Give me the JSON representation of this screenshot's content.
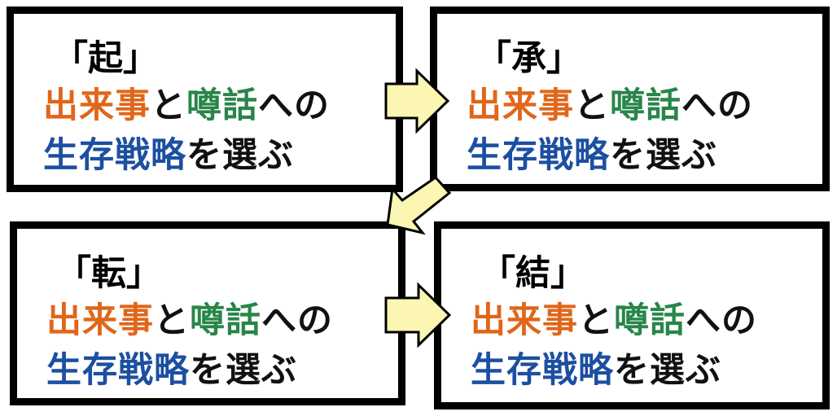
{
  "boxes": [
    {
      "title": "「起」",
      "line1": {
        "a": "出来事",
        "b": "と",
        "c": "噂話",
        "d": "への"
      },
      "line2": {
        "a": "生存戦略",
        "b": "を選ぶ"
      }
    },
    {
      "title": "「承」",
      "line1": {
        "a": "出来事",
        "b": "と",
        "c": "噂話",
        "d": "への"
      },
      "line2": {
        "a": "生存戦略",
        "b": "を選ぶ"
      }
    },
    {
      "title": "「転」",
      "line1": {
        "a": "出来事",
        "b": "と",
        "c": "噂話",
        "d": "への"
      },
      "line2": {
        "a": "生存戦略",
        "b": "を選ぶ"
      }
    },
    {
      "title": "「結」",
      "line1": {
        "a": "出来事",
        "b": "と",
        "c": "噂話",
        "d": "への"
      },
      "line2": {
        "a": "生存戦略",
        "b": "を選ぶ"
      }
    }
  ],
  "colors": {
    "event": "#e0661a",
    "rumor": "#29854a",
    "strategy": "#1c4fa1",
    "arrow_fill": "#fbf6b2"
  }
}
